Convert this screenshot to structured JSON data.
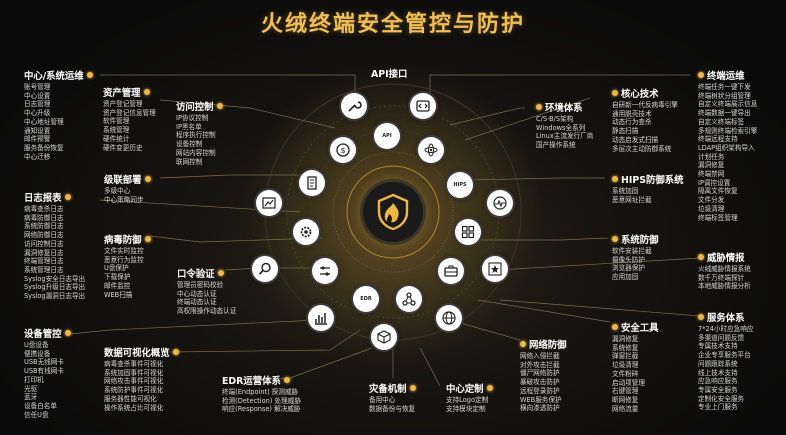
{
  "title": "火绒终端安全管控与防护",
  "api": {
    "label": "API接口"
  },
  "groups": {
    "center_ops": {
      "title": "中心/系统运维",
      "items": [
        "账号管理",
        "中心设置",
        "日志管理",
        "中心升级",
        "中心地址管理",
        "通知设置",
        "邮件预警",
        "服务备份恢复",
        "中心迁移"
      ]
    },
    "asset": {
      "title": "资产管理",
      "items": [
        "资产登记管理",
        "资产登记信息管理",
        "软件管理",
        "系统管理",
        "硬件统计",
        "硬件变更历史"
      ]
    },
    "access": {
      "title": "访问控制",
      "items": [
        "IP协议控制",
        "IP黑名单",
        "程序执行控制",
        "设备控制",
        "网站内容控制",
        "联网控制"
      ]
    },
    "env": {
      "title": "环境体系",
      "items": [
        "C/S-B/S架构",
        "Windows全系列",
        "Linux主流发行厂商",
        "国产操作系统"
      ]
    },
    "core": {
      "title": "核心技术",
      "items": [
        "自研新一代反病毒引擎",
        "通用脱壳技术",
        "动态行为查杀",
        "静态扫描",
        "动态启发式扫描",
        "多层次主动防御系统"
      ]
    },
    "terminal_ops": {
      "title": "终端运维",
      "items": [
        "终端任务一键下发",
        "终端树状分组管理",
        "自定义终端展示信息",
        "终端数据一键导出",
        "自定义终端标签",
        "多规则终端检索引擎",
        "终端远程支持",
        "LDAP组织架构导入",
        "计划任务",
        "漏洞修复",
        "终端禁网",
        "IP调控设置",
        "隔离文件恢复",
        "文件分发",
        "垃圾清理",
        "终端标签管理"
      ]
    },
    "log": {
      "title": "日志报表",
      "items": [
        "病毒查杀日志",
        "病毒防御日志",
        "系统防御日志",
        "网络防御日志",
        "访问控制日志",
        "漏洞修复日志",
        "终端管理日志",
        "系统管理日志",
        "Syslog安全日志导出",
        "Syslog升级日志导出",
        "Syslog漏洞日志导出"
      ]
    },
    "cascade": {
      "title": "级联部署",
      "items": [
        "多级中心",
        "中心策略同步"
      ]
    },
    "hips": {
      "title": "HIPS防御系统",
      "items": [
        "系统加固",
        "恶意网址拦截"
      ]
    },
    "virus": {
      "title": "病毒防御",
      "items": [
        "文件实时监控",
        "恶意行为监控",
        "U盘保护",
        "下载保护",
        "邮件监控",
        "WEB扫描"
      ]
    },
    "sysdef": {
      "title": "系统防御",
      "items": [
        "软件安装拦截",
        "摄像头防护",
        "浏览器保护",
        "应用加固"
      ]
    },
    "threat": {
      "title": "威胁情报",
      "items": [
        "火绒威胁情报系统",
        "数千万终端探针",
        "本地威胁情报分析"
      ]
    },
    "password": {
      "title": "口令验证",
      "items": [
        "管理员密码校验",
        "中心动态认证",
        "终端动态认证",
        "高权限操作动态认证"
      ]
    },
    "device": {
      "title": "设备管控",
      "items": [
        "U盘设备",
        "便携设备",
        "USB无线网卡",
        "USB有线网卡",
        "打印机",
        "光驱",
        "蓝牙",
        "设备白名单",
        "信任U盘"
      ]
    },
    "visual": {
      "title": "数据可视化概览",
      "items": [
        "病毒查杀事件可视化",
        "系统加固事件可视化",
        "网络攻击事件可视化",
        "系统防护事件可视化",
        "服务器性能可视化",
        "操作系统占比可视化"
      ]
    },
    "edr": {
      "title": "EDR运营体系",
      "items": [
        "终端(Endpoint) 探测威胁",
        "检测(Detection) 处理威胁",
        "响应(Response) 解决威胁"
      ]
    },
    "backup": {
      "title": "灾备机制",
      "items": [
        "备用中心",
        "数据备份与恢复"
      ]
    },
    "custom": {
      "title": "中心定制",
      "items": [
        "支持Logo定制",
        "支持模块定制"
      ]
    },
    "netdef": {
      "title": "网络防御",
      "items": [
        "网络入侵拦截",
        "对外攻击拦截",
        "僵尸网络防护",
        "暴破攻击防护",
        "远程登录防护",
        "WEB服务保护",
        "横向渗透防护"
      ]
    },
    "tools": {
      "title": "安全工具",
      "items": [
        "漏洞修复",
        "系统修复",
        "弹窗拦截",
        "垃圾清理",
        "文件粉碎",
        "启动项管理",
        "右键管理",
        "断网修复",
        "网络流量"
      ]
    },
    "service": {
      "title": "服务体系",
      "items": [
        "7*24小时应急响应",
        "多渠道问题反馈",
        "专属技术支持",
        "企业专享服务平台",
        "问题跟踪系统",
        "线上技术支持",
        "应急响应服务",
        "专属安全服务",
        "定制化安全服务",
        "专业上门服务"
      ]
    }
  },
  "icons": [
    "api-icon",
    "tool-icon",
    "code-icon",
    "dollar-icon",
    "atom-icon",
    "document-icon",
    "hips-icon",
    "chart-icon",
    "pulse-icon",
    "gear-icon",
    "grid-icon",
    "shield-flame-icon",
    "search-icon",
    "sliders-icon",
    "briefcase-icon",
    "star-icon",
    "bars-icon",
    "edr-icon",
    "network-icon",
    "cube-icon",
    "globe-icon"
  ],
  "colors": {
    "accent": "#f0b840",
    "title": "#f4c04d",
    "background": "#0e0e0e"
  }
}
